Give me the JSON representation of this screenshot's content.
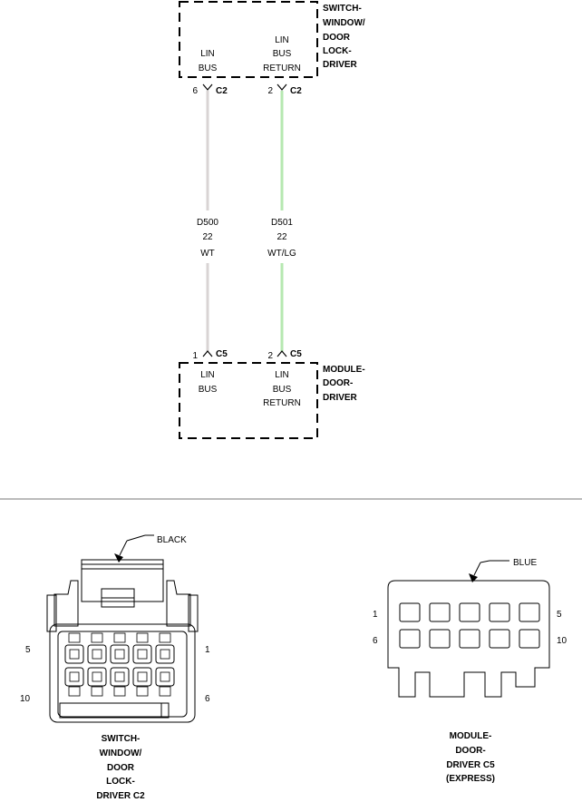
{
  "top_component": {
    "name_lines": [
      "SWITCH-",
      "WINDOW/",
      "DOOR",
      "LOCK-",
      "DRIVER"
    ],
    "pin_left": [
      "LIN",
      "BUS"
    ],
    "pin_right": [
      "LIN",
      "BUS",
      "RETURN"
    ]
  },
  "top_connector": {
    "left_pin": "6",
    "left_conn": "C2",
    "right_pin": "2",
    "right_conn": "C2"
  },
  "wires": [
    {
      "circuit": "D500",
      "gauge": "22",
      "color": "WT",
      "hex": "#d9d4d4"
    },
    {
      "circuit": "D501",
      "gauge": "22",
      "color": "WT/LG",
      "hex": "#b6e8b0"
    }
  ],
  "bottom_connector": {
    "left_pin": "1",
    "left_conn": "C5",
    "right_pin": "2",
    "right_conn": "C5"
  },
  "bottom_component": {
    "name_lines": [
      "MODULE-",
      "DOOR-",
      "DRIVER"
    ],
    "pin_left": [
      "LIN",
      "BUS"
    ],
    "pin_right": [
      "LIN",
      "BUS",
      "RETURN"
    ]
  },
  "connector_c2": {
    "color_label": "BLACK",
    "pin_labels": {
      "top_left": "5",
      "top_right": "1",
      "bottom_left": "10",
      "bottom_right": "6"
    },
    "caption_lines": [
      "SWITCH-",
      "WINDOW/",
      "DOOR",
      "LOCK-",
      "DRIVER C2"
    ]
  },
  "connector_c5": {
    "color_label": "BLUE",
    "pin_labels": {
      "top_left": "1",
      "top_right": "5",
      "bottom_left": "6",
      "bottom_right": "10"
    },
    "caption_lines": [
      "MODULE-",
      "DOOR-",
      "DRIVER C5",
      "(EXPRESS)"
    ]
  }
}
